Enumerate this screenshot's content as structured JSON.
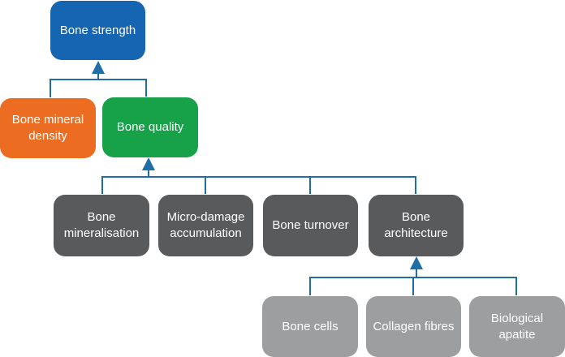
{
  "colors": {
    "connector": "#1f6ea6",
    "strength": "#1565b3",
    "mineral_density": "#ec6d21",
    "quality": "#17a24a",
    "level2": "#585a5c",
    "level3": "#9c9ea0",
    "text": "#ffffff"
  },
  "nodes": {
    "bone_strength": "Bone strength",
    "bone_mineral_density": "Bone mineral\ndensity",
    "bone_quality": "Bone quality",
    "bone_mineralisation": "Bone\nmineralisation",
    "micro_damage": "Micro-damage\naccumulation",
    "bone_turnover": "Bone turnover",
    "bone_architecture": "Bone\narchitecture",
    "bone_cells": "Bone cells",
    "collagen_fibres": "Collagen fibres",
    "biological_apatite": "Biological\napatite"
  }
}
